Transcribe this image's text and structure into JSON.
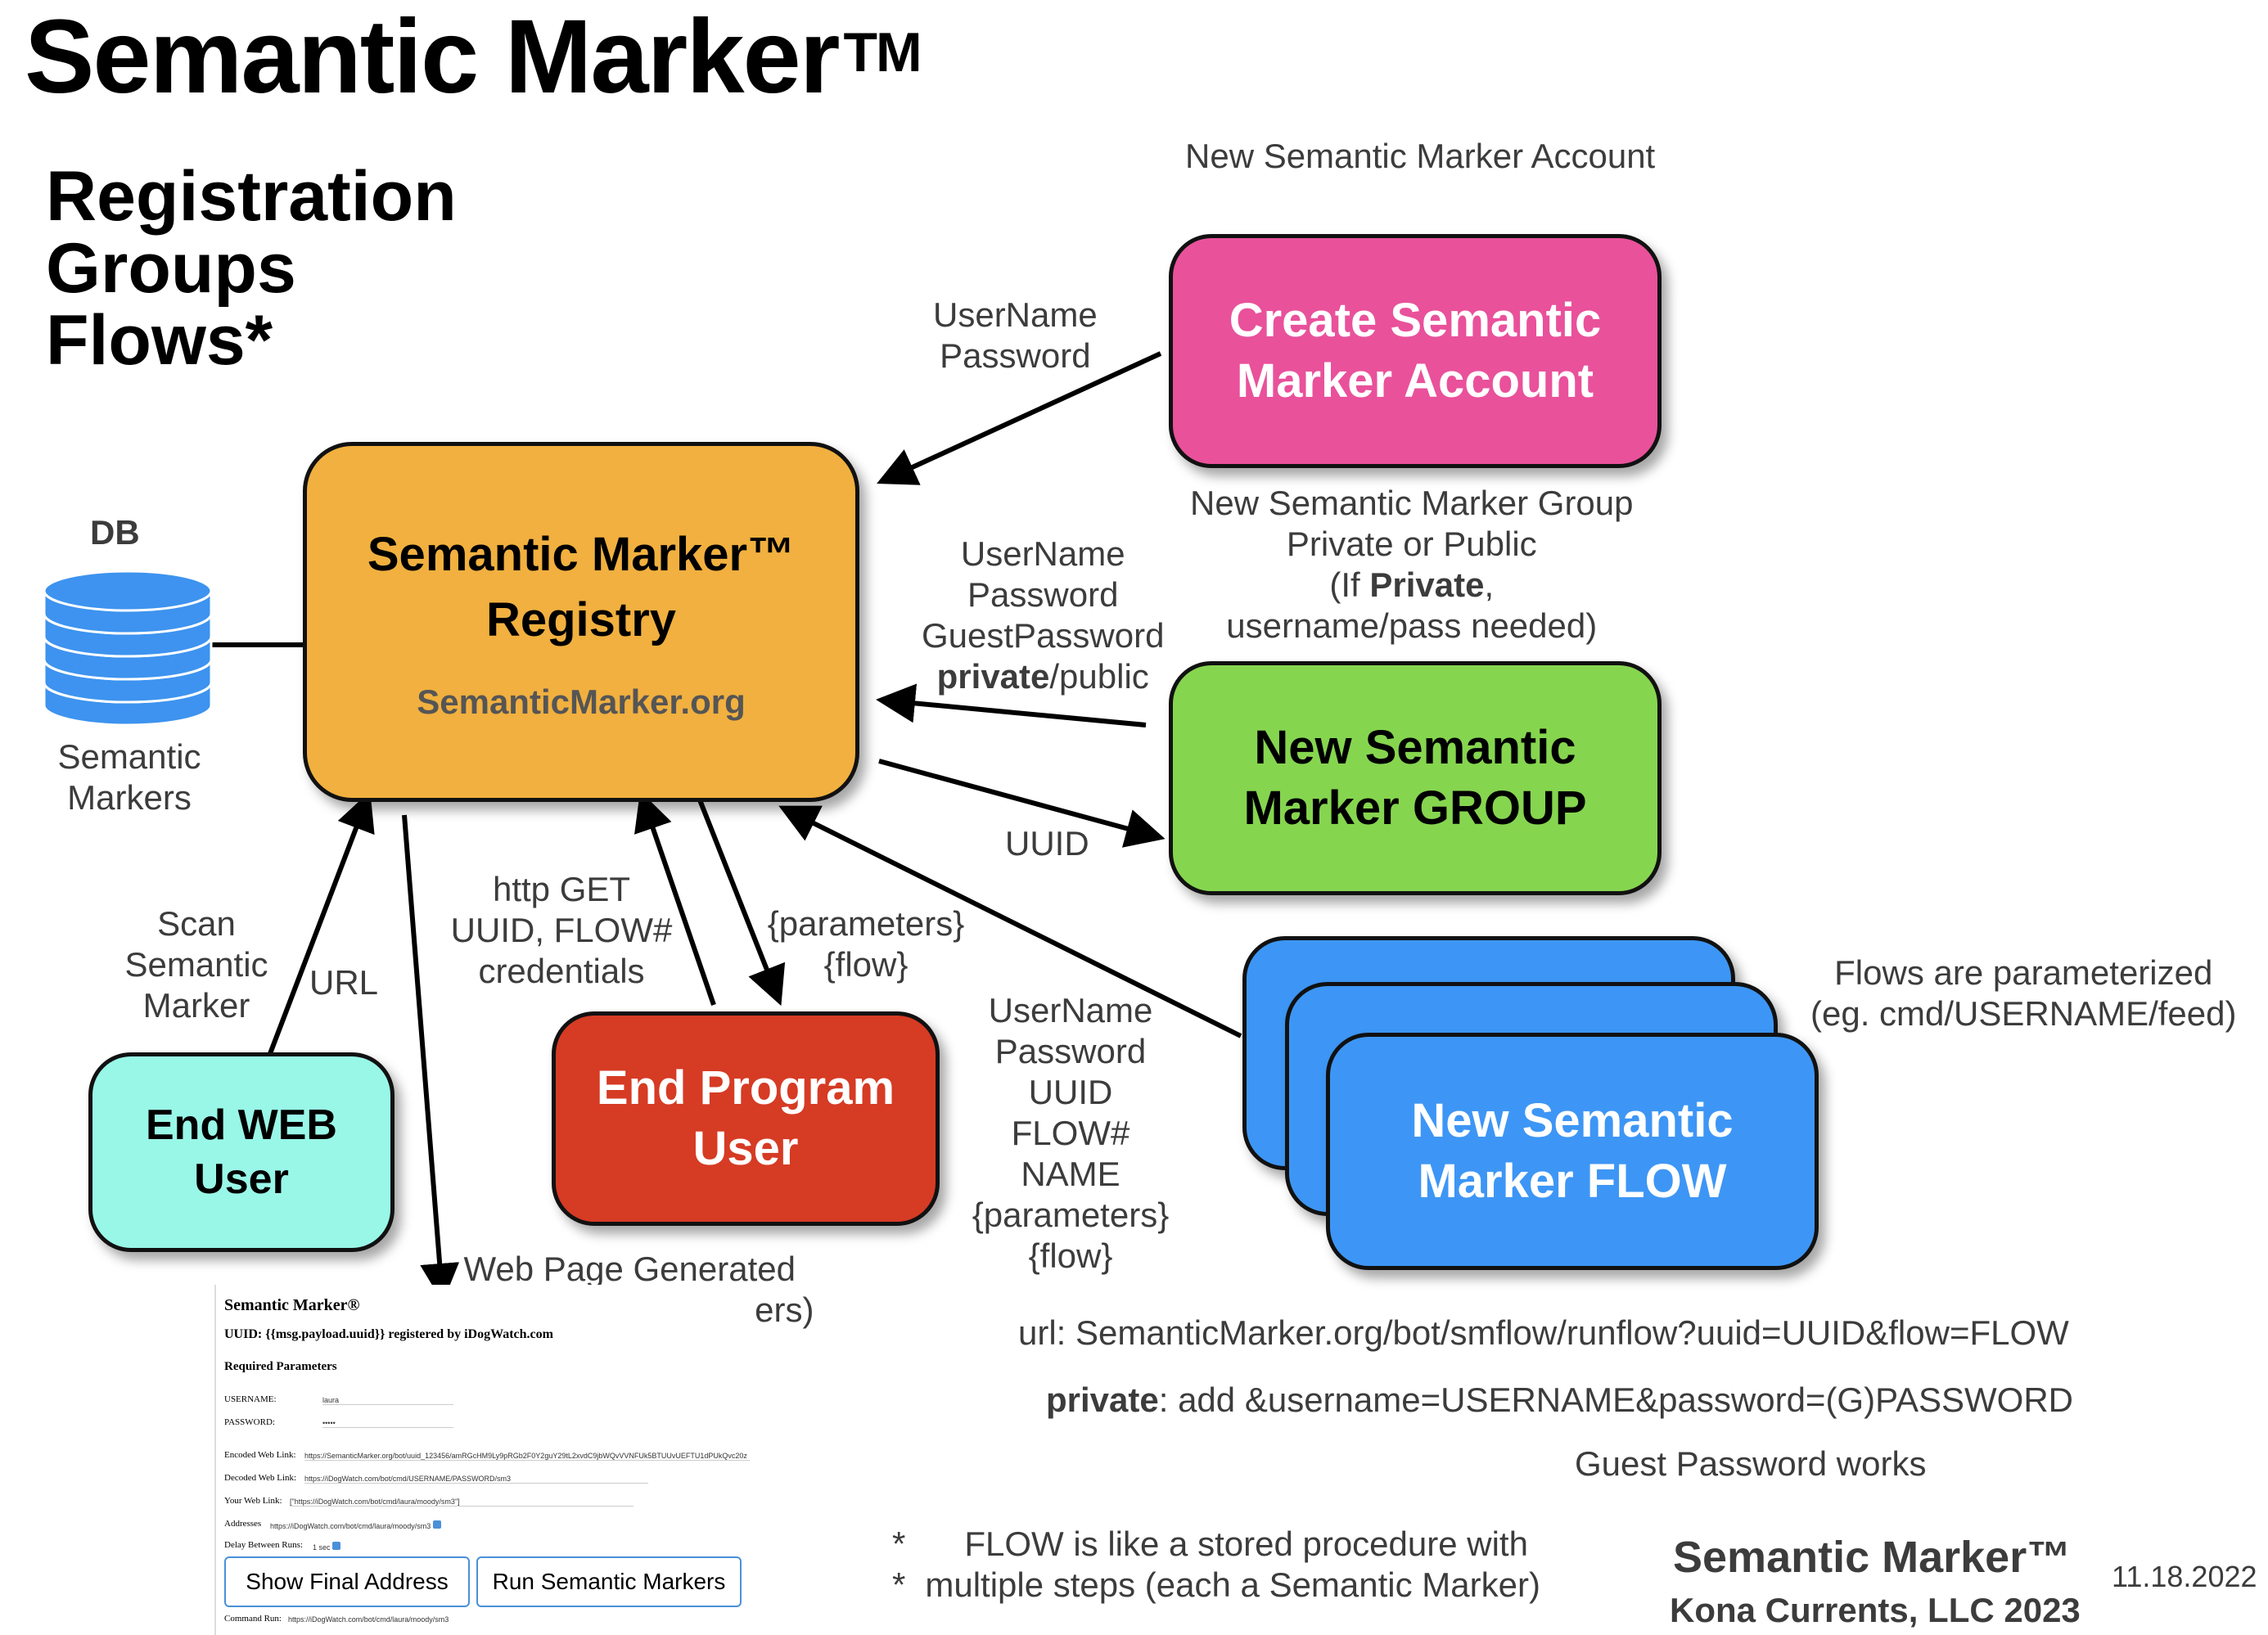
{
  "title": "Semantic Marker",
  "title_tm": "TM",
  "subtitle": [
    "Registration",
    "Groups",
    "Flows*"
  ],
  "db": {
    "label": "DB",
    "caption": [
      "Semantic",
      "Markers"
    ]
  },
  "registry": {
    "title": "Semantic Marker™",
    "subtitle": "Registry",
    "url": "SemanticMarker.org"
  },
  "create_account": {
    "heading": "New Semantic Marker Account",
    "lines": [
      "Create Semantic",
      "Marker Account"
    ],
    "arrow_label": [
      "UserName",
      "Password"
    ]
  },
  "new_group": {
    "heading": [
      "New Semantic Marker Group",
      "Private or Public"
    ],
    "heading_private_pre": "(If ",
    "heading_private_bold": "Private",
    "heading_private_post": ",",
    "heading_last": "username/pass needed)",
    "lines": [
      "New Semantic",
      "Marker GROUP"
    ],
    "arrow_label": [
      "UserName",
      "Password",
      "GuestPassword"
    ],
    "arrow_label_private_bold": "private",
    "arrow_label_private_rest": "/public",
    "return_label": "UUID"
  },
  "new_flow": {
    "lines": [
      "New Semantic",
      "Marker FLOW"
    ],
    "note": [
      "Flows are parameterized",
      "(eg. cmd/USERNAME/feed)"
    ],
    "arrow_label": [
      "UserName",
      "Password",
      "UUID",
      "FLOW#",
      "NAME",
      "{parameters}",
      "{flow}"
    ]
  },
  "end_web_user": {
    "lines": [
      "End WEB",
      "User"
    ],
    "scan_label": [
      "Scan",
      "Semantic",
      "Marker"
    ],
    "url_label": "URL"
  },
  "end_program_user": {
    "lines": [
      "End Program",
      "User"
    ],
    "get_label": [
      "http GET",
      "UUID, FLOW#",
      "credentials"
    ],
    "return_label": [
      "{parameters}",
      "{flow}"
    ]
  },
  "web_page": {
    "label": [
      "Web Page Generated",
      "(user fills in parameters)"
    ],
    "form_title": "Semantic Marker®",
    "form_uuid": "UUID: {{msg.payload.uuid}} registered by iDogWatch.com",
    "form_required": "Required Parameters",
    "username_label": "USERNAME:",
    "username_value": "laura",
    "password_label": "PASSWORD:",
    "password_value": "•••••",
    "encoded_label": "Encoded Web Link:",
    "encoded_value": "https://SemanticMarker.org/bot/uuid_123456/amRGcHM9Ly9pRGb2F0Y2guY29tL2xvdC9jbWQvVVNFUk5BTUUvUEFTU1dPUkQvc20z",
    "decoded_label": "Decoded Web Link:",
    "decoded_value": "https://iDogWatch.com/bot/cmd/USERNAME/PASSWORD/sm3",
    "your_label": "Your Web Link:",
    "your_value": "[\"https://iDogWatch.com/bot/cmd/laura/moody/sm3\"]",
    "addresses_label": "Addresses",
    "addresses_value": "https://iDogWatch.com/bot/cmd/laura/moody/sm3",
    "delay_label": "Delay Between Runs:",
    "delay_value": "1 sec",
    "btn_show": "Show Final Address",
    "btn_run": "Run Semantic Markers",
    "command_label": "Command Run:",
    "command_value": "https://iDogWatch.com/bot/cmd/laura/moody/sm3"
  },
  "url_line": "url: SemanticMarker.org/bot/smflow/runflow?uuid=UUID&flow=FLOW",
  "private_line_bold": "private",
  "private_line_rest": ": add &username=USERNAME&password=(G)PASSWORD",
  "guest_line": "Guest Password works",
  "footnote": [
    {
      "star": "*",
      "text": "FLOW is like a stored procedure with"
    },
    {
      "star": "*",
      "text": "multiple steps (each a Semantic Marker)"
    }
  ],
  "footer": {
    "brand": "Semantic Marker™",
    "company": "Kona Currents, LLC 2023",
    "date": "11.18.2022"
  },
  "colors": {
    "registry": "#f1b03f",
    "create_account": "#e9519b",
    "new_group": "#86d54f",
    "new_flow": "#3d96f5",
    "end_web_user": "#99f7e8",
    "end_program_user": "#d63b24",
    "db": "#3d93ef"
  }
}
